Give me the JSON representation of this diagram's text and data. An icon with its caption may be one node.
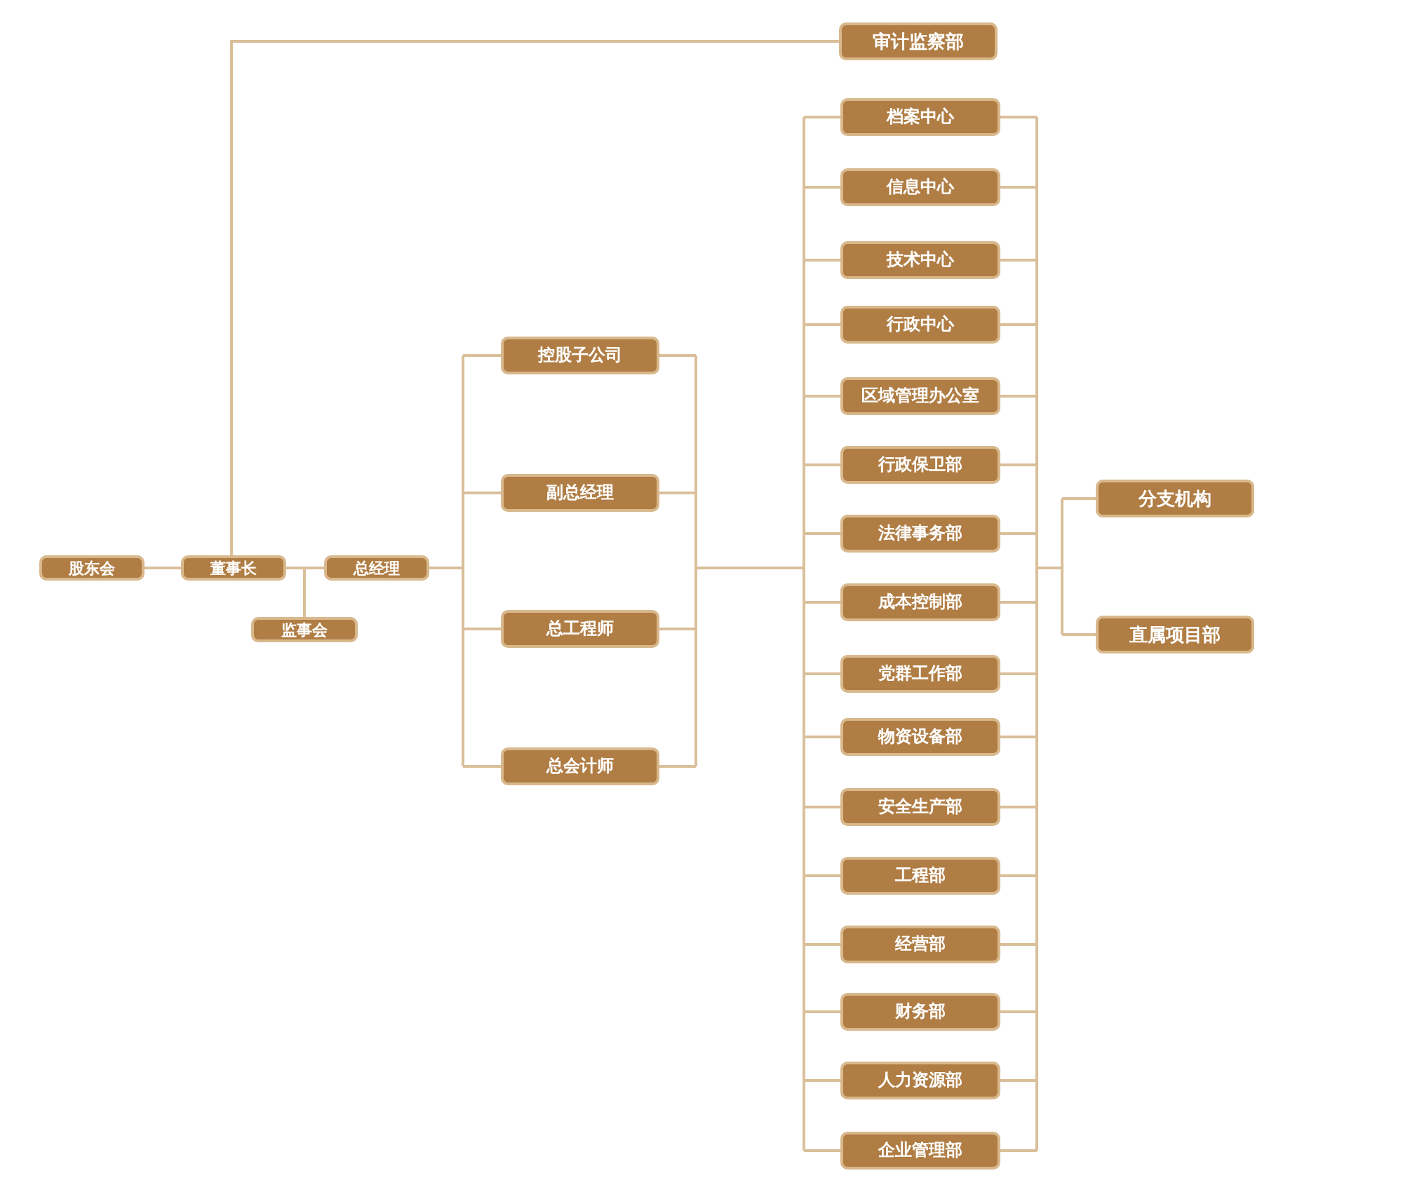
{
  "diagram": {
    "nodes": [
      {
        "text": [
          "股东会"
        ]
      },
      {
        "text": [
          "董事长"
        ]
      },
      {
        "text": [
          "总经理"
        ]
      },
      {
        "text": [
          "监事会"
        ]
      },
      {
        "text": [
          "审计监察部"
        ]
      },
      {
        "text": [
          "控股子公司"
        ]
      },
      {
        "text": [
          "副总经理"
        ]
      },
      {
        "text": [
          "总工程师"
        ]
      },
      {
        "text": [
          "总会计师"
        ]
      },
      {
        "text": [
          "档案中心"
        ]
      },
      {
        "text": [
          "信息中心"
        ]
      },
      {
        "text": [
          "技术中心"
        ]
      },
      {
        "text": [
          "行政中心"
        ]
      },
      {
        "text": [
          "区域管理办公室"
        ]
      },
      {
        "text": [
          "行政保卫部"
        ]
      },
      {
        "text": [
          "法律事务部"
        ]
      },
      {
        "text": [
          "成本控制部"
        ]
      },
      {
        "text": [
          "党群工作部"
        ]
      },
      {
        "text": [
          "物资设备部"
        ]
      },
      {
        "text": [
          "安全生产部"
        ]
      },
      {
        "text": [
          "工程部"
        ]
      },
      {
        "text": [
          "经营部"
        ]
      },
      {
        "text": [
          "财务部"
        ]
      },
      {
        "text": [
          "人力资源部"
        ]
      },
      {
        "text": [
          "企业管理部"
        ]
      },
      {
        "text": [
          "分支机构"
        ]
      },
      {
        "text": [
          "直属项目部"
        ]
      }
    ],
    "edges": [
      {
        "from": 0,
        "to": 1,
        "arrow": "none"
      },
      {
        "from": 1,
        "to": 2,
        "arrow": "none"
      },
      {
        "from": 1,
        "to": 3,
        "arrow": "none"
      },
      {
        "from": 1,
        "to": 4,
        "arrow": "none"
      },
      {
        "from": 2,
        "to": 5,
        "arrow": "none"
      },
      {
        "from": 2,
        "to": 6,
        "arrow": "none"
      },
      {
        "from": 2,
        "to": 7,
        "arrow": "none"
      },
      {
        "from": 2,
        "to": 8,
        "arrow": "none"
      },
      {
        "from": 5,
        "to": 9,
        "arrow": "none"
      },
      {
        "from": 5,
        "to": 10,
        "arrow": "none"
      },
      {
        "from": 5,
        "to": 11,
        "arrow": "none"
      },
      {
        "from": 5,
        "to": 12,
        "arrow": "none"
      },
      {
        "from": 5,
        "to": 13,
        "arrow": "none"
      },
      {
        "from": 5,
        "to": 14,
        "arrow": "none"
      },
      {
        "from": 5,
        "to": 15,
        "arrow": "none"
      },
      {
        "from": 5,
        "to": 16,
        "arrow": "none"
      },
      {
        "from": 5,
        "to": 17,
        "arrow": "none"
      },
      {
        "from": 5,
        "to": 18,
        "arrow": "none"
      },
      {
        "from": 5,
        "to": 19,
        "arrow": "none"
      },
      {
        "from": 5,
        "to": 20,
        "arrow": "none"
      },
      {
        "from": 5,
        "to": 21,
        "arrow": "none"
      },
      {
        "from": 5,
        "to": 22,
        "arrow": "none"
      },
      {
        "from": 5,
        "to": 23,
        "arrow": "none"
      },
      {
        "from": 5,
        "to": 24,
        "arrow": "none"
      },
      {
        "from": 6,
        "to": 9,
        "arrow": "none"
      },
      {
        "from": 6,
        "to": 10,
        "arrow": "none"
      },
      {
        "from": 6,
        "to": 11,
        "arrow": "none"
      },
      {
        "from": 6,
        "to": 12,
        "arrow": "none"
      },
      {
        "from": 6,
        "to": 13,
        "arrow": "none"
      },
      {
        "from": 6,
        "to": 14,
        "arrow": "none"
      },
      {
        "from": 6,
        "to": 15,
        "arrow": "none"
      },
      {
        "from": 6,
        "to": 16,
        "arrow": "none"
      },
      {
        "from": 6,
        "to": 17,
        "arrow": "none"
      },
      {
        "from": 6,
        "to": 18,
        "arrow": "none"
      },
      {
        "from": 6,
        "to": 19,
        "arrow": "none"
      },
      {
        "from": 6,
        "to": 20,
        "arrow": "none"
      },
      {
        "from": 6,
        "to": 21,
        "arrow": "none"
      },
      {
        "from": 6,
        "to": 22,
        "arrow": "none"
      },
      {
        "from": 6,
        "to": 23,
        "arrow": "none"
      },
      {
        "from": 6,
        "to": 24,
        "arrow": "none"
      },
      {
        "from": 7,
        "to": 9,
        "arrow": "none"
      },
      {
        "from": 7,
        "to": 10,
        "arrow": "none"
      },
      {
        "from": 7,
        "to": 11,
        "arrow": "none"
      },
      {
        "from": 7,
        "to": 12,
        "arrow": "none"
      },
      {
        "from": 7,
        "to": 13,
        "arrow": "none"
      },
      {
        "from": 7,
        "to": 14,
        "arrow": "none"
      },
      {
        "from": 7,
        "to": 15,
        "arrow": "none"
      },
      {
        "from": 7,
        "to": 16,
        "arrow": "none"
      },
      {
        "from": 7,
        "to": 17,
        "arrow": "none"
      },
      {
        "from": 7,
        "to": 18,
        "arrow": "none"
      },
      {
        "from": 7,
        "to": 19,
        "arrow": "none"
      },
      {
        "from": 7,
        "to": 20,
        "arrow": "none"
      },
      {
        "from": 7,
        "to": 21,
        "arrow": "none"
      },
      {
        "from": 7,
        "to": 22,
        "arrow": "none"
      },
      {
        "from": 7,
        "to": 23,
        "arrow": "none"
      },
      {
        "from": 7,
        "to": 24,
        "arrow": "none"
      },
      {
        "from": 8,
        "to": 9,
        "arrow": "none"
      },
      {
        "from": 8,
        "to": 10,
        "arrow": "none"
      },
      {
        "from": 8,
        "to": 11,
        "arrow": "none"
      },
      {
        "from": 8,
        "to": 12,
        "arrow": "none"
      },
      {
        "from": 8,
        "to": 13,
        "arrow": "none"
      },
      {
        "from": 8,
        "to": 14,
        "arrow": "none"
      },
      {
        "from": 8,
        "to": 15,
        "arrow": "none"
      },
      {
        "from": 8,
        "to": 16,
        "arrow": "none"
      },
      {
        "from": 8,
        "to": 17,
        "arrow": "none"
      },
      {
        "from": 8,
        "to": 18,
        "arrow": "none"
      },
      {
        "from": 8,
        "to": 19,
        "arrow": "none"
      },
      {
        "from": 8,
        "to": 20,
        "arrow": "none"
      },
      {
        "from": 8,
        "to": 21,
        "arrow": "none"
      },
      {
        "from": 8,
        "to": 22,
        "arrow": "none"
      },
      {
        "from": 8,
        "to": 23,
        "arrow": "none"
      },
      {
        "from": 8,
        "to": 24,
        "arrow": "none"
      },
      {
        "from": 9,
        "to": 25,
        "arrow": "none"
      },
      {
        "from": 10,
        "to": 25,
        "arrow": "none"
      },
      {
        "from": 11,
        "to": 25,
        "arrow": "none"
      },
      {
        "from": 12,
        "to": 25,
        "arrow": "none"
      },
      {
        "from": 13,
        "to": 25,
        "arrow": "none"
      },
      {
        "from": 14,
        "to": 25,
        "arrow": "none"
      },
      {
        "from": 15,
        "to": 25,
        "arrow": "none"
      },
      {
        "from": 16,
        "to": 25,
        "arrow": "none"
      },
      {
        "from": 17,
        "to": 25,
        "arrow": "none"
      },
      {
        "from": 18,
        "to": 25,
        "arrow": "none"
      },
      {
        "from": 19,
        "to": 25,
        "arrow": "none"
      },
      {
        "from": 20,
        "to": 25,
        "arrow": "none"
      },
      {
        "from": 21,
        "to": 25,
        "arrow": "none"
      },
      {
        "from": 22,
        "to": 25,
        "arrow": "none"
      },
      {
        "from": 23,
        "to": 25,
        "arrow": "none"
      },
      {
        "from": 24,
        "to": 25,
        "arrow": "none"
      },
      {
        "from": 9,
        "to": 26,
        "arrow": "none"
      },
      {
        "from": 10,
        "to": 26,
        "arrow": "none"
      },
      {
        "from": 11,
        "to": 26,
        "arrow": "none"
      },
      {
        "from": 12,
        "to": 26,
        "arrow": "none"
      },
      {
        "from": 13,
        "to": 26,
        "arrow": "none"
      },
      {
        "from": 14,
        "to": 26,
        "arrow": "none"
      },
      {
        "from": 15,
        "to": 26,
        "arrow": "none"
      },
      {
        "from": 16,
        "to": 26,
        "arrow": "none"
      },
      {
        "from": 17,
        "to": 26,
        "arrow": "none"
      },
      {
        "from": 18,
        "to": 26,
        "arrow": "none"
      },
      {
        "from": 19,
        "to": 26,
        "arrow": "none"
      },
      {
        "from": 20,
        "to": 26,
        "arrow": "none"
      },
      {
        "from": 21,
        "to": 26,
        "arrow": "none"
      },
      {
        "from": 22,
        "to": 26,
        "arrow": "none"
      },
      {
        "from": 23,
        "to": 26,
        "arrow": "none"
      },
      {
        "from": 24,
        "to": 26,
        "arrow": "none"
      }
    ]
  }
}
